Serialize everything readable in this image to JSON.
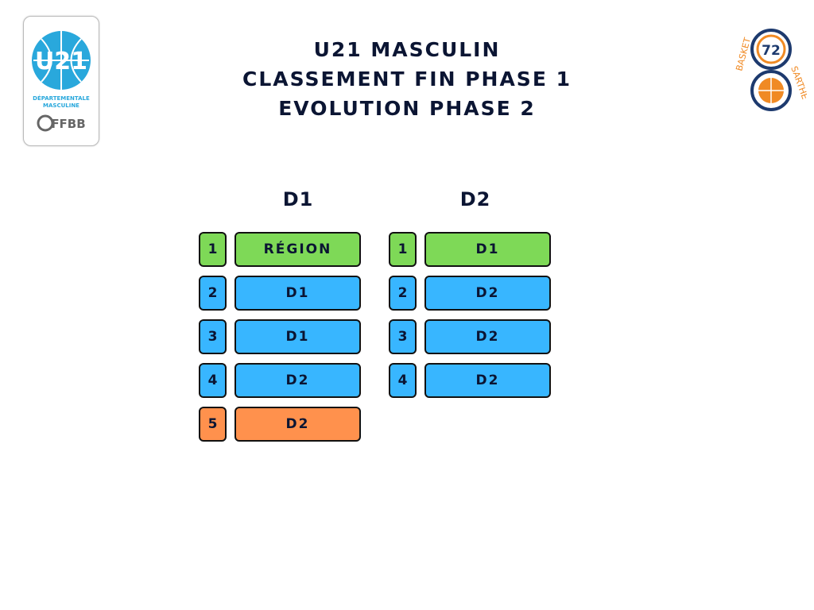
{
  "title": {
    "line1": "U21 MASCULIN",
    "line2": "CLASSEMENT FIN PHASE 1",
    "line3": "EVOLUTION PHASE 2"
  },
  "logos": {
    "left": {
      "main": "U21",
      "sub1": "DÉPARTEMENTALE",
      "sub2": "MASCULINE",
      "org": "FFBB"
    },
    "right": {
      "top": "BASKET",
      "number": "72",
      "bottom": "SARTHE"
    }
  },
  "colors": {
    "green": "#7ed957",
    "blue": "#38b6ff",
    "orange": "#ff914d"
  },
  "divisions": [
    {
      "name": "D1",
      "rows": [
        {
          "rank": "1",
          "dest": "RÉGION",
          "status": "green"
        },
        {
          "rank": "2",
          "dest": "D1",
          "status": "blue"
        },
        {
          "rank": "3",
          "dest": "D1",
          "status": "blue"
        },
        {
          "rank": "4",
          "dest": "D2",
          "status": "blue"
        },
        {
          "rank": "5",
          "dest": "D2",
          "status": "orange"
        }
      ]
    },
    {
      "name": "D2",
      "rows": [
        {
          "rank": "1",
          "dest": "D1",
          "status": "green"
        },
        {
          "rank": "2",
          "dest": "D2",
          "status": "blue"
        },
        {
          "rank": "3",
          "dest": "D2",
          "status": "blue"
        },
        {
          "rank": "4",
          "dest": "D2",
          "status": "blue"
        }
      ]
    }
  ]
}
